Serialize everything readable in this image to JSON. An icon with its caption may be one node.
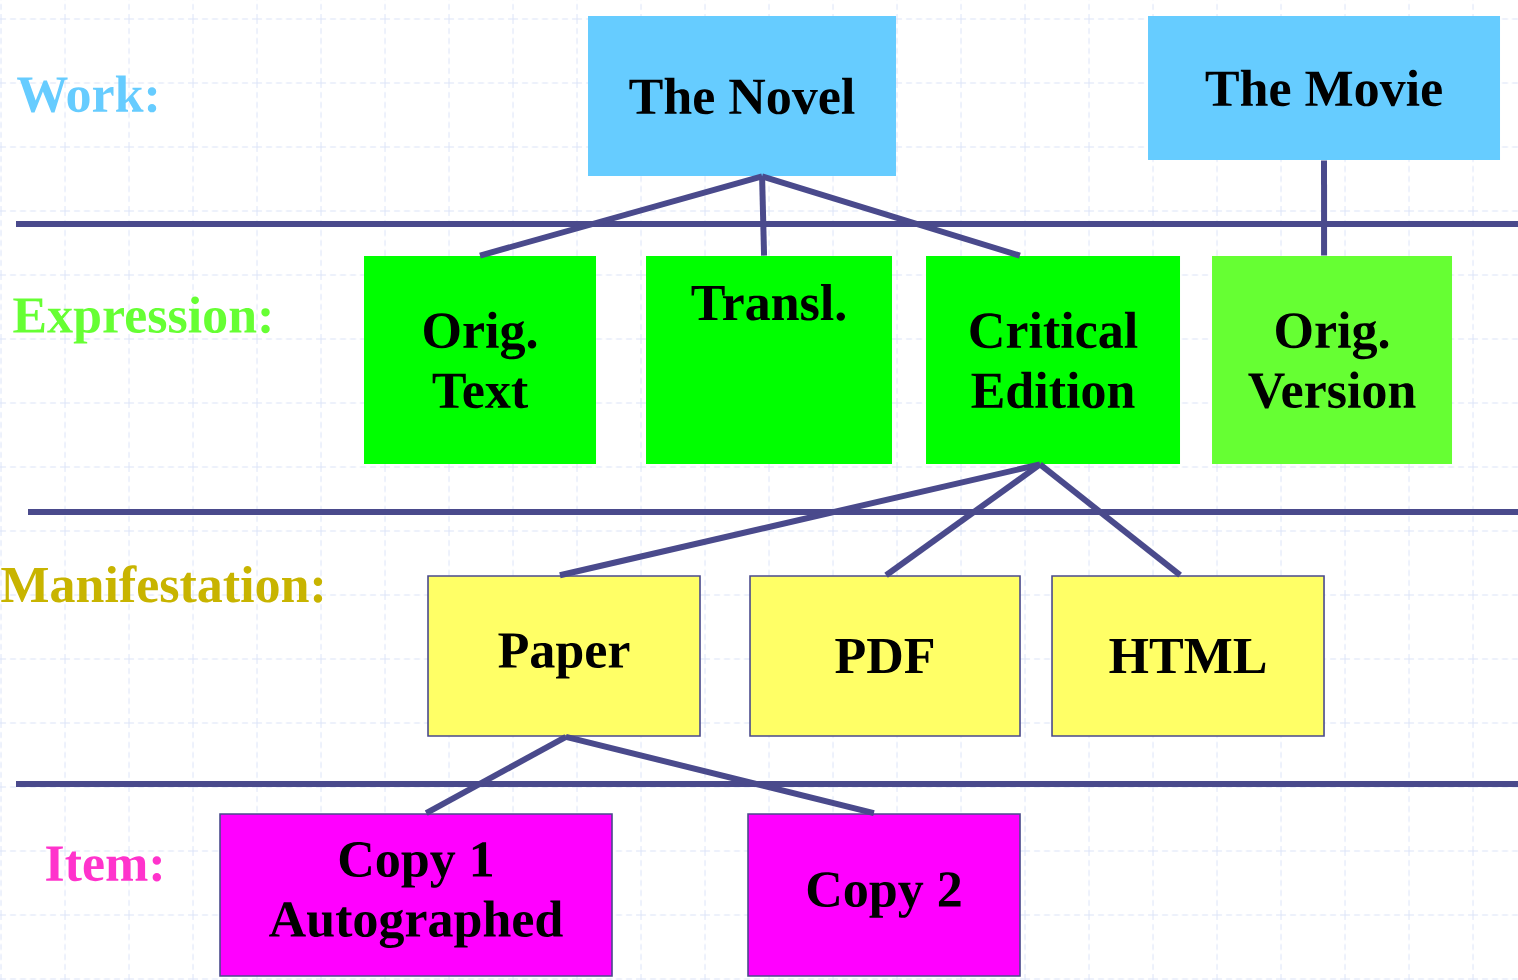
{
  "diagram": {
    "nodes": [
      {
        "text": [
          "The Novel"
        ]
      },
      {
        "text": [
          "The Movie"
        ]
      },
      {
        "text": [
          "Orig. Text"
        ]
      },
      {
        "text": [
          "Transl."
        ]
      },
      {
        "text": [
          "Critical Edition"
        ]
      },
      {
        "text": [
          "Orig. Version"
        ]
      },
      {
        "text": [
          "Paper"
        ]
      },
      {
        "text": [
          "PDF"
        ]
      },
      {
        "text": [
          "HTML"
        ]
      },
      {
        "text": [
          "Copy 1 Autographed"
        ]
      },
      {
        "text": [
          "Copy 2"
        ]
      }
    ],
    "edges": [
      {
        "from": 0,
        "to": 2,
        "arrow": "none"
      },
      {
        "from": 0,
        "to": 3,
        "arrow": "none"
      },
      {
        "from": 0,
        "to": 4,
        "arrow": "none"
      },
      {
        "from": 1,
        "to": 5,
        "arrow": "none"
      },
      {
        "from": 4,
        "to": 6,
        "arrow": "none"
      },
      {
        "from": 4,
        "to": 7,
        "arrow": "none"
      },
      {
        "from": 4,
        "to": 8,
        "arrow": "none"
      },
      {
        "from": 6,
        "to": 9,
        "arrow": "none"
      },
      {
        "from": 6,
        "to": 10,
        "arrow": "none"
      }
    ],
    "labels": [
      "Work:",
      "Expression:",
      "Manifestation:",
      "Item:"
    ]
  }
}
